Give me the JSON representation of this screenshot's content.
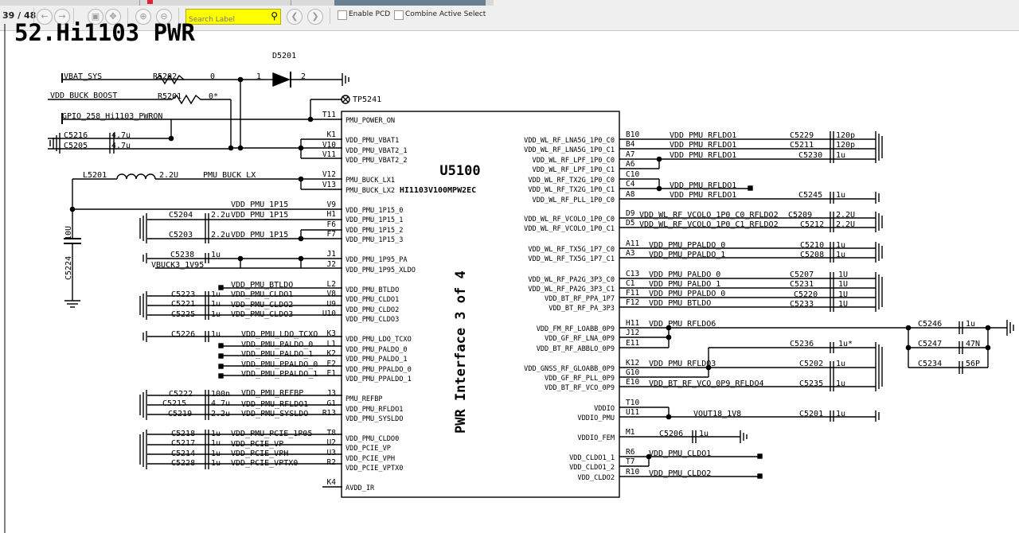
{
  "toolbar": {
    "page_indicator": "39 / 48",
    "search_placeholder": "Search Label",
    "enable_pcd_label": "Enable PCD",
    "combine_select_label": "Combine Active Select"
  },
  "colors": {
    "highlight": "#ffff00",
    "wire": "#000000"
  },
  "diagram": {
    "title": "52.Hi1103 PWR",
    "chip_ref": "U5100",
    "chip_part": "HI1103V100MPW2EC",
    "chip_section": "PWR Interface 3 of 4",
    "left_pins": [
      {
        "pin": "T11",
        "name": "PMU_POWER_ON"
      },
      {
        "pin": "K1",
        "name": "VDD_PMU_VBAT1"
      },
      {
        "pin": "V10",
        "name": "VDD_PMU_VBAT2_1"
      },
      {
        "pin": "V11",
        "name": "VDD_PMU_VBAT2_2"
      },
      {
        "pin": "V12",
        "name": "PMU_BUCK_LX1"
      },
      {
        "pin": "V13",
        "name": "PMU_BUCK_LX2"
      },
      {
        "pin": "V9",
        "name": "VDD_PMU_1P15_0"
      },
      {
        "pin": "H1",
        "name": "VDD_PMU_1P15_1"
      },
      {
        "pin": "F6",
        "name": "VDD_PMU_1P15_2"
      },
      {
        "pin": "F7",
        "name": "VDD_PMU_1P15_3"
      },
      {
        "pin": "J1",
        "name": "VDD_PMU_1P95_PA"
      },
      {
        "pin": "J2",
        "name": "VDD_PMU_1P95_XLDO"
      },
      {
        "pin": "L2",
        "name": "VDD_PMU_BTLDO"
      },
      {
        "pin": "V8",
        "name": "VDD_PMU_CLDO1"
      },
      {
        "pin": "U9",
        "name": "VDD_PMU_CLDO2"
      },
      {
        "pin": "U10",
        "name": "VDD_PMU_CLDO3"
      },
      {
        "pin": "K3",
        "name": "VDD_PMU_LDO_TCXO"
      },
      {
        "pin": "L1",
        "name": "VDD_PMU_PALDO_0"
      },
      {
        "pin": "K2",
        "name": "VDD_PMU_PALDO_1"
      },
      {
        "pin": "E2",
        "name": "VDD_PMU_PPALDO_0"
      },
      {
        "pin": "E1",
        "name": "VDD_PMU_PPALDO_1"
      },
      {
        "pin": "J3",
        "name": "PMU_REFBP"
      },
      {
        "pin": "G1",
        "name": "VDD_PMU_RFLDO1"
      },
      {
        "pin": "R13",
        "name": "VDD_PMU_SYSLDO"
      },
      {
        "pin": "T8",
        "name": "VDD_PMU_CLDO0"
      },
      {
        "pin": "U2",
        "name": "VDD_PCIE_VP"
      },
      {
        "pin": "U3",
        "name": "VDD_PCIE_VPH"
      },
      {
        "pin": "R2",
        "name": "VDD_PCIE_VPTX0"
      },
      {
        "pin": "K4",
        "name": "AVDD_IR"
      }
    ],
    "right_pins": [
      {
        "pin": "B10",
        "name": "VDD_WL_RF_LNA5G_1P0_C0"
      },
      {
        "pin": "B4",
        "name": "VDD_WL_RF_LNA5G_1P0_C1"
      },
      {
        "pin": "A7",
        "name": "VDD_WL_RF_LPF_1P0_C0"
      },
      {
        "pin": "A6",
        "name": "VDD_WL_RF_LPF_1P0_C1"
      },
      {
        "pin": "C10",
        "name": "VDD_WL_RF_TX2G_1P0_C0"
      },
      {
        "pin": "C4",
        "name": "VDD_WL_RF_TX2G_1P0_C1"
      },
      {
        "pin": "A8",
        "name": "VDD_WL_RF_PLL_1P0_C0"
      },
      {
        "pin": "D9",
        "name": "VDD_WL_RF_VCOLO_1P0_C0"
      },
      {
        "pin": "D5",
        "name": "VDD_WL_RF_VCOLO_1P0_C1"
      },
      {
        "pin": "A11",
        "name": "VDD_WL_RF_TX5G_1P7_C0"
      },
      {
        "pin": "A3",
        "name": "VDD_WL_RF_TX5G_1P7_C1"
      },
      {
        "pin": "C13",
        "name": "VDD_WL_RF_PA2G_3P3_C0"
      },
      {
        "pin": "C1",
        "name": "VDD_WL_RF_PA2G_3P3_C1"
      },
      {
        "pin": "F11",
        "name": "VDD_BT_RF_PPA_1P7"
      },
      {
        "pin": "F12",
        "name": "VDD_BT_RF_PA_3P3"
      },
      {
        "pin": "H11",
        "name": "VDD_FM_RF_LOABB_0P9"
      },
      {
        "pin": "J12",
        "name": "VDD_GF_RF_LNA_0P9"
      },
      {
        "pin": "E11",
        "name": "VDD_BT_RF_ABBLO_0P9"
      },
      {
        "pin": "K12",
        "name": "VDD_GNSS_RF_GLOABB_0P9"
      },
      {
        "pin": "G10",
        "name": "VDD_GF_RF_PLL_0P9"
      },
      {
        "pin": "E10",
        "name": "VDD_BT_RF_VCO_0P9"
      },
      {
        "pin": "T10",
        "name": "VDDIO"
      },
      {
        "pin": "U11",
        "name": "VDDIO_PMU"
      },
      {
        "pin": "M1",
        "name": "VDDIO_FEM"
      },
      {
        "pin": "R6",
        "name": "VDD_CLDO1_1"
      },
      {
        "pin": "T7",
        "name": "VDD_CLDO1_2"
      },
      {
        "pin": "R10",
        "name": "VDD_CLDO2"
      }
    ],
    "left_nets": [
      {
        "label": "VBAT_SYS"
      },
      {
        "label": "VDD_BUCK_BOOST"
      },
      {
        "label": "GPIO_258_Hi1103_PWRON"
      },
      {
        "label": "PMU_BUCK_LX"
      },
      {
        "label": "VDD_PMU_1P15"
      },
      {
        "label": "VDD_PMU_1P15"
      },
      {
        "label": "VDD_PMU_1P15"
      },
      {
        "label": "VBUCK3_1V95"
      },
      {
        "label": "VDD_PMU_BTLDO"
      },
      {
        "label": "VDD_PMU_CLDO1"
      },
      {
        "label": "VDD_PMU_CLDO2"
      },
      {
        "label": "VDD_PMU_CLDO3"
      },
      {
        "label": "VDD_PMU_LDO_TCXO"
      },
      {
        "label": "VDD_PMU_PALDO_0"
      },
      {
        "label": "VDD_PMU_PALDO_1"
      },
      {
        "label": "VDD_PMU_PPALDO_0"
      },
      {
        "label": "VDD_PMU_PPALDO_1"
      },
      {
        "label": "VDD_PMU_REFBP"
      },
      {
        "label": "VDD_PMU_RFLDO1"
      },
      {
        "label": "VDD_PMU_SYSLDO"
      },
      {
        "label": "VDD_PMU_PCIE_1P05"
      },
      {
        "label": "VDD_PCIE_VP"
      },
      {
        "label": "VDD_PCIE_VPH"
      },
      {
        "label": "VDD_PCIE_VPTX0"
      }
    ],
    "right_nets": [
      {
        "label": "VDD_PMU_RFLDO1"
      },
      {
        "label": "VDD_PMU_RFLDO1"
      },
      {
        "label": "VDD_PMU_RFLDO1"
      },
      {
        "label": "VDD_PMU_RFLDO1"
      },
      {
        "label": "VDD_PMU_RFLDO1"
      },
      {
        "label": "VDD_WL_RF_VCOLO_1P0_C0_RFLDO2"
      },
      {
        "label": "VDD_WL_RF_VCOLO_1P0_C1_RFLDO2"
      },
      {
        "label": "VDD_PMU_PPALDO_0"
      },
      {
        "label": "VDD_PMU_PPALDO_1"
      },
      {
        "label": "VDD_PMU_PALDO_0"
      },
      {
        "label": "VDD_PMU_PALDO_1"
      },
      {
        "label": "VDD_PMU_PPALDO_0"
      },
      {
        "label": "VDD_PMU_BTLDO"
      },
      {
        "label": "VDD_PMU_RFLDO6"
      },
      {
        "label": "VDD_PMU_RFLDO3"
      },
      {
        "label": "VDD_BT_RF_VCO_0P9_RFLDO4"
      },
      {
        "label": "VOUT18_1V8"
      },
      {
        "label": "VDD_PMU_CLDO1"
      },
      {
        "label": "VDD_PMU_CLDO2"
      }
    ],
    "components": [
      {
        "ref": "R5202",
        "value": "0"
      },
      {
        "ref": "R5201",
        "value": "0*"
      },
      {
        "ref": "D5201",
        "value": ""
      },
      {
        "ref": "TP5241",
        "value": ""
      },
      {
        "ref": "L5201",
        "value": "2.2U"
      },
      {
        "ref": "C5216",
        "value": "4.7u"
      },
      {
        "ref": "C5205",
        "value": "4.7u"
      },
      {
        "ref": "C5224",
        "value": "10U"
      },
      {
        "ref": "C5204",
        "value": "2.2u"
      },
      {
        "ref": "C5203",
        "value": "2.2u"
      },
      {
        "ref": "C5238",
        "value": "1u"
      },
      {
        "ref": "C5223",
        "value": "1u"
      },
      {
        "ref": "C5221",
        "value": "1u"
      },
      {
        "ref": "C5225",
        "value": "1u"
      },
      {
        "ref": "C5226",
        "value": "1u"
      },
      {
        "ref": "C5222",
        "value": "100n"
      },
      {
        "ref": "C5215",
        "value": "4.7u"
      },
      {
        "ref": "C5219",
        "value": "2.2u"
      },
      {
        "ref": "C5218",
        "value": "1u"
      },
      {
        "ref": "C5217",
        "value": "1u"
      },
      {
        "ref": "C5214",
        "value": "1u"
      },
      {
        "ref": "C5228",
        "value": "1u"
      },
      {
        "ref": "C5229",
        "value": "120p"
      },
      {
        "ref": "C5211",
        "value": "120p"
      },
      {
        "ref": "C5230",
        "value": "1u"
      },
      {
        "ref": "C5245",
        "value": "1u"
      },
      {
        "ref": "C5209",
        "value": "2.2U"
      },
      {
        "ref": "C5212",
        "value": "2.2U"
      },
      {
        "ref": "C5210",
        "value": "1u"
      },
      {
        "ref": "C5208",
        "value": "1u"
      },
      {
        "ref": "C5207",
        "value": "1U"
      },
      {
        "ref": "C5231",
        "value": "1U"
      },
      {
        "ref": "C5220",
        "value": "1U"
      },
      {
        "ref": "C5233",
        "value": "1U"
      },
      {
        "ref": "C5246",
        "value": "1u"
      },
      {
        "ref": "C5247",
        "value": "47N"
      },
      {
        "ref": "C5234",
        "value": "56P"
      },
      {
        "ref": "C5236",
        "value": "1u*"
      },
      {
        "ref": "C5202",
        "value": "1u"
      },
      {
        "ref": "C5235",
        "value": "1u"
      },
      {
        "ref": "C5201",
        "value": "1u"
      },
      {
        "ref": "C5206",
        "value": "1u"
      }
    ],
    "diode_pin1": "1",
    "diode_pin2": "2"
  }
}
